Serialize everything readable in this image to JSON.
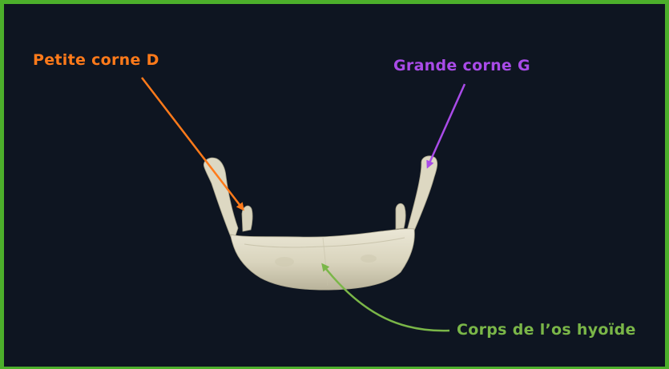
{
  "labels": {
    "petite_corne": "Petite corne D",
    "grande_corne": "Grande corne G",
    "corps": "Corps de l’os hyoïde"
  },
  "colors": {
    "frame_border": "#4caf2b",
    "background": "#0e1521",
    "petite_corne": "#ff7a1a",
    "grande_corne": "#a94be8",
    "corps": "#7ab648",
    "bone": "#ddd8c2"
  }
}
